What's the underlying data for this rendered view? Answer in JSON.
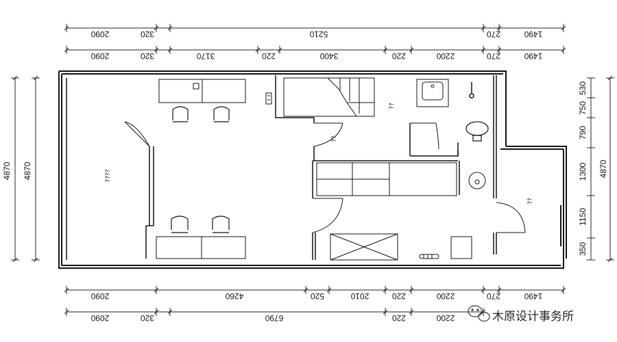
{
  "dimensions": {
    "top_row1": [
      "2090",
      "320",
      "5210",
      "270",
      "1490"
    ],
    "top_row2": [
      "2090",
      "320",
      "3170",
      "220",
      "3400",
      "220",
      "2200",
      "270",
      "1490"
    ],
    "bottom_row1": [
      "2090",
      "4260",
      "520",
      "2010",
      "220",
      "2200",
      "270",
      "1490"
    ],
    "bottom_row2": [
      "2090",
      "320",
      "6790",
      "220",
      "2200"
    ],
    "left_col1": "4870",
    "left_col2": "4870",
    "right_col": [
      "530",
      "750",
      "790",
      "1300",
      "1150",
      "350"
    ],
    "right_total": "4870"
  },
  "room_labels": {
    "left_room": "????",
    "right_room": "??",
    "door_mark_1": "??",
    "door_mark_2": "??"
  },
  "watermark": {
    "text": "木原设计事务所",
    "logo_icon": "wechat-logo-icon"
  },
  "colors": {
    "line": "#111111",
    "dim_line": "#222222",
    "background": "#ffffff"
  }
}
